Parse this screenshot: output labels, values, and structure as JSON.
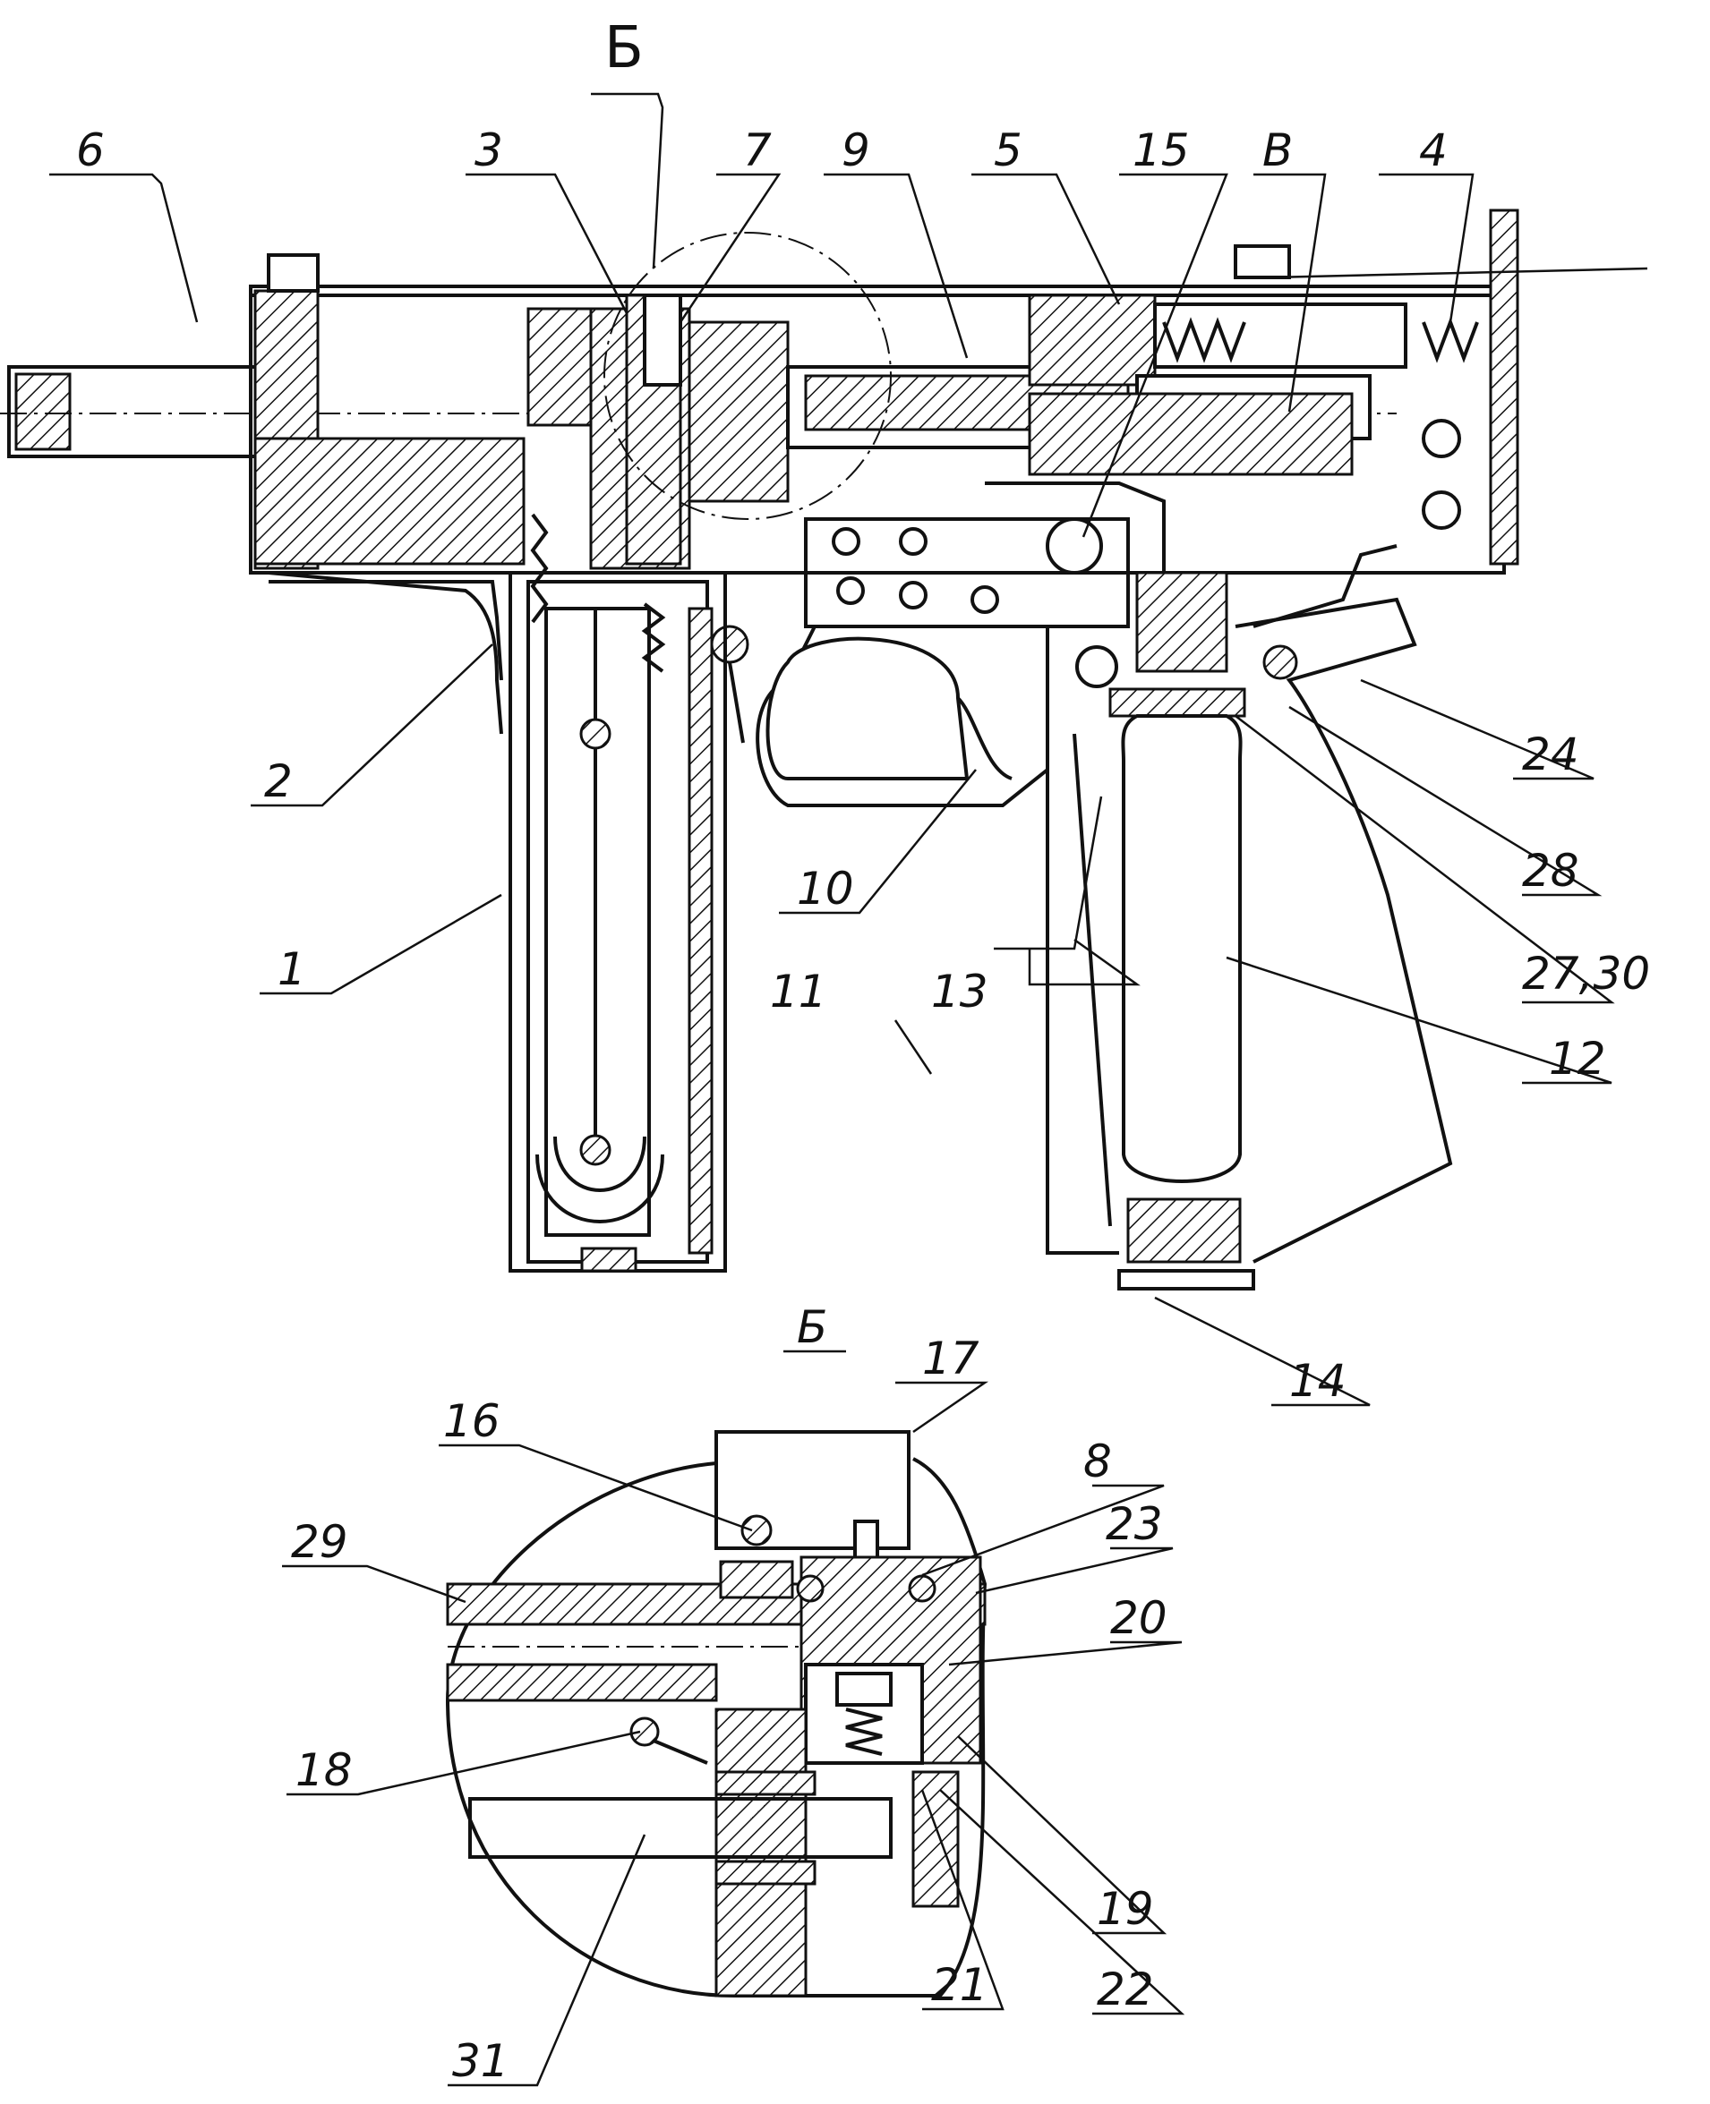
{
  "main_view": {
    "section_label": "Б",
    "callouts": [
      "1",
      "2",
      "3",
      "4",
      "5",
      "6",
      "7",
      "9",
      "10",
      "11",
      "12",
      "13",
      "14",
      "15",
      "24",
      "28",
      "27,30",
      "В"
    ]
  },
  "detail_view": {
    "title": "Б",
    "callouts": [
      "8",
      "16",
      "17",
      "18",
      "19",
      "20",
      "21",
      "22",
      "23",
      "29",
      "31"
    ]
  }
}
